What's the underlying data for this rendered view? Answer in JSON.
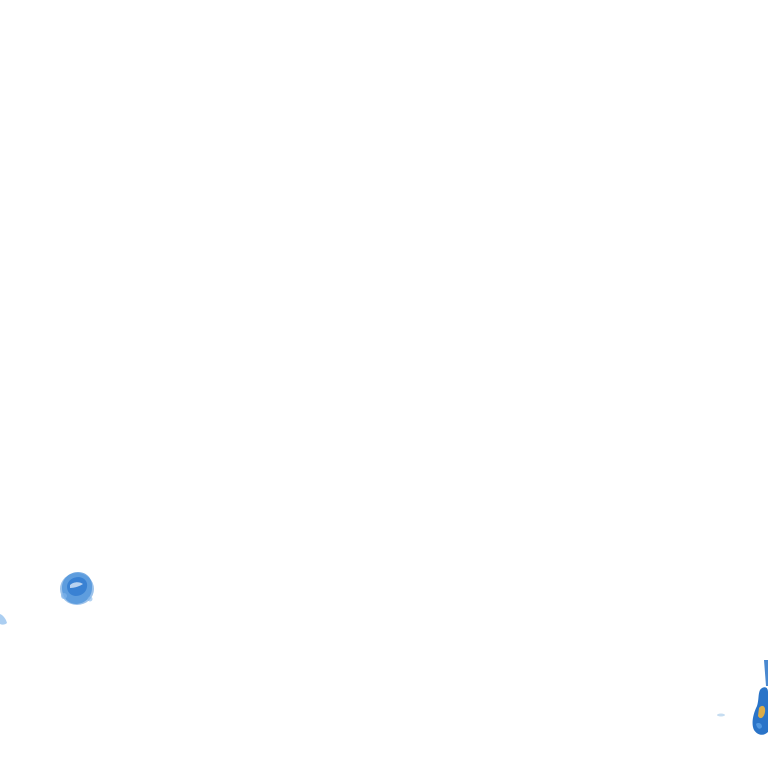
{
  "image": {
    "background_color": "#ffffff",
    "elements": [
      {
        "name": "paint-blot",
        "color": "#4a90d9"
      },
      {
        "name": "paint-fleck",
        "color": "#9cc6ee"
      },
      {
        "name": "paint-smear",
        "color": "#2a74c8"
      },
      {
        "name": "paint-speck",
        "color": "#b8d4ee"
      }
    ]
  }
}
